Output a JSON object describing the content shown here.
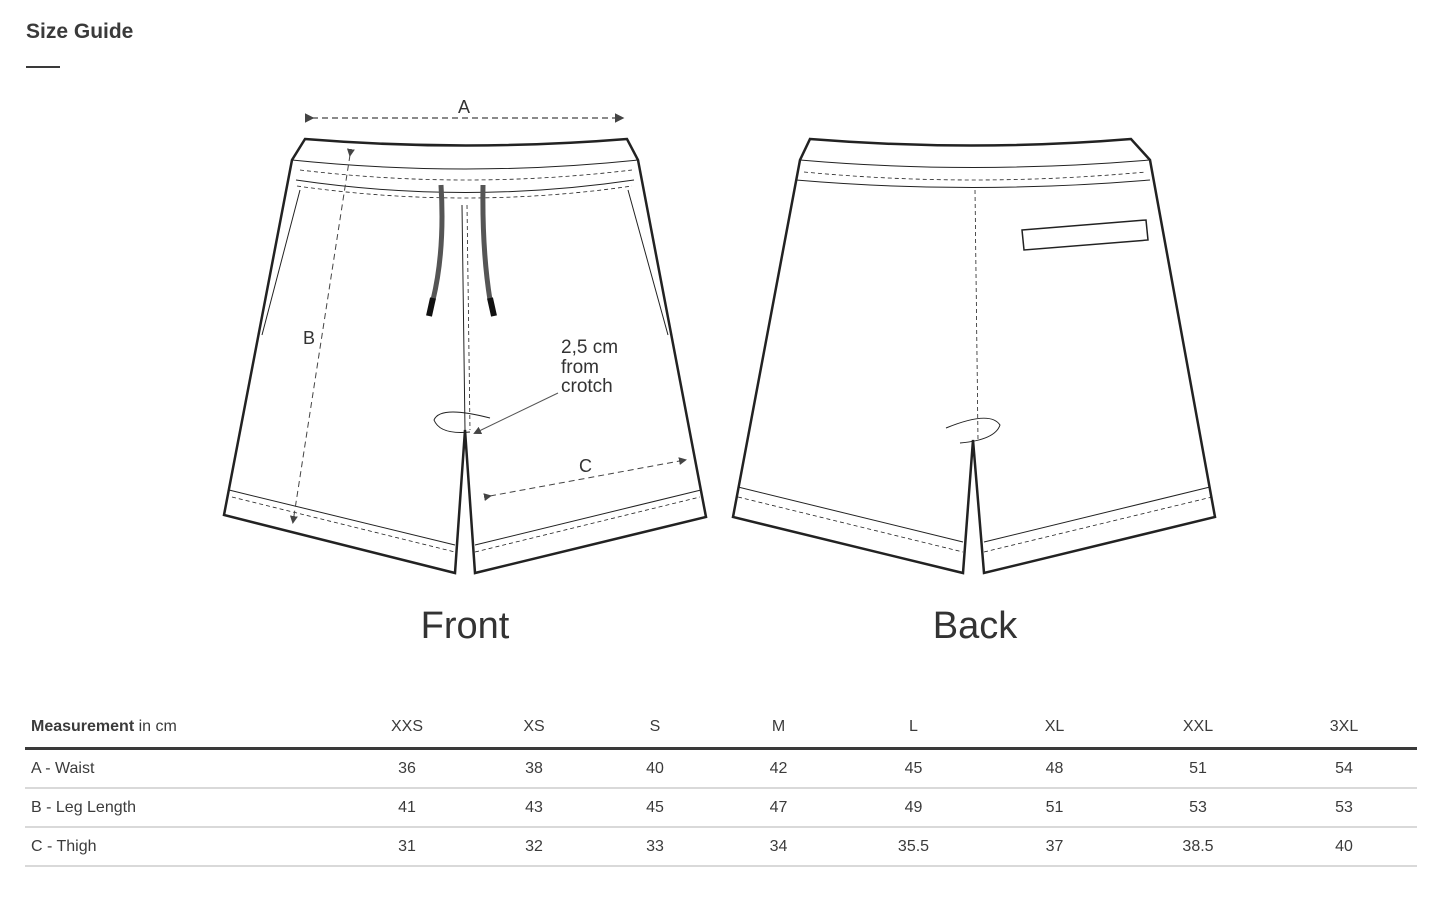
{
  "title": "Size Guide",
  "diagram": {
    "label_a": "A",
    "label_b": "B",
    "label_c": "C",
    "note_line1": "2,5 cm",
    "note_line2": "from",
    "note_line3": "crotch",
    "front_label": "Front",
    "back_label": "Back"
  },
  "table": {
    "header_bold": "Measurement",
    "header_unit": " in cm",
    "sizes": [
      "XXS",
      "XS",
      "S",
      "M",
      "L",
      "XL",
      "XXL",
      "3XL"
    ],
    "rows": [
      {
        "label": "A - Waist",
        "values": [
          "36",
          "38",
          "40",
          "42",
          "45",
          "48",
          "51",
          "54"
        ]
      },
      {
        "label": "B - Leg Length",
        "values": [
          "41",
          "43",
          "45",
          "47",
          "49",
          "51",
          "53",
          "53"
        ]
      },
      {
        "label": "C - Thigh",
        "values": [
          "31",
          "32",
          "33",
          "34",
          "35.5",
          "37",
          "38.5",
          "40"
        ]
      }
    ]
  }
}
